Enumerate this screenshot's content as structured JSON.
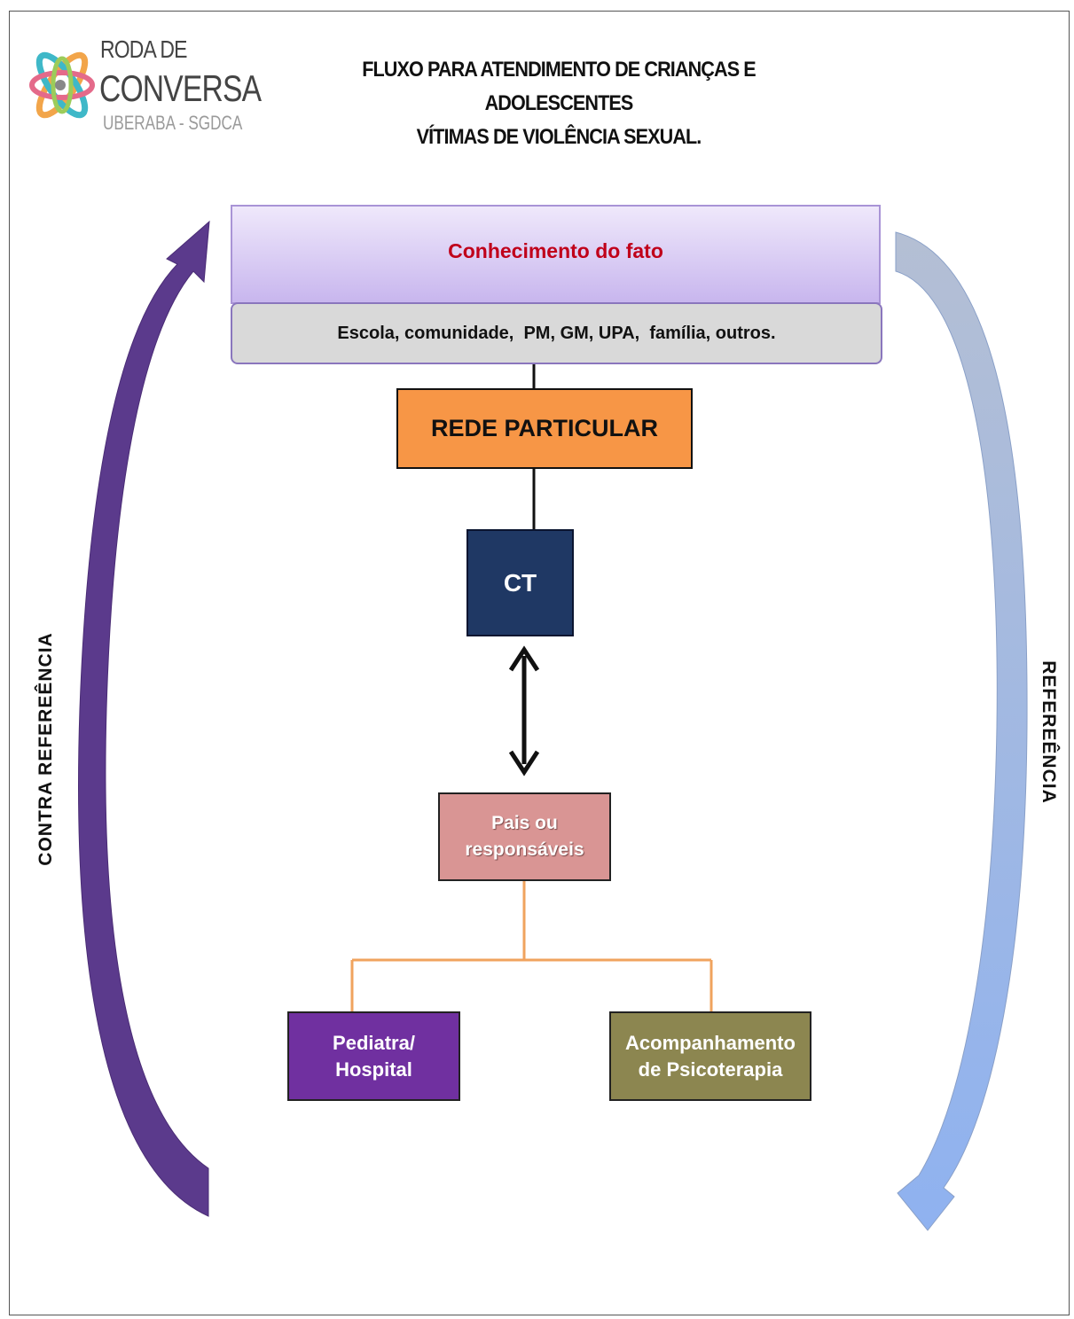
{
  "logo": {
    "line1": "RODA DE",
    "line2": "CONVERSA",
    "line3": "UBERABA - SGDCA"
  },
  "title": {
    "line1": "FLUXO PARA ATENDIMENTO DE CRIANÇAS E ADOLESCENTES",
    "line2": "VÍTIMAS DE VIOLÊNCIA SEXUAL."
  },
  "nodes": {
    "top": "Conhecimento do fato",
    "sources": "Escola, comunidade,  PM, GM, UPA,  família, outros.",
    "rede": "REDE PARTICULAR",
    "ct": "CT",
    "pais_line1": "Pais ou",
    "pais_line2": "responsáveis",
    "pediatra_line1": "Pediatra/",
    "pediatra_line2": "Hospital",
    "psico_line1": "Acompanhamento",
    "psico_line2": "de Psicoterapia"
  },
  "side_labels": {
    "left": "CONTRA REFEREÊNCIA",
    "right": "REFEREÊNCIA"
  },
  "colors": {
    "top_box": "#c8b6ee",
    "top_text": "#c0001a",
    "sources_box": "#d9d9d9",
    "rede_box": "#f79646",
    "ct_box": "#1f3864",
    "pais_box": "#d99594",
    "pediatra_box": "#7030a0",
    "psico_box": "#8c8650",
    "left_arrow": "#5b3a8c",
    "right_arrow": "#9ab4e6",
    "connector_orange": "#f0a35e"
  }
}
